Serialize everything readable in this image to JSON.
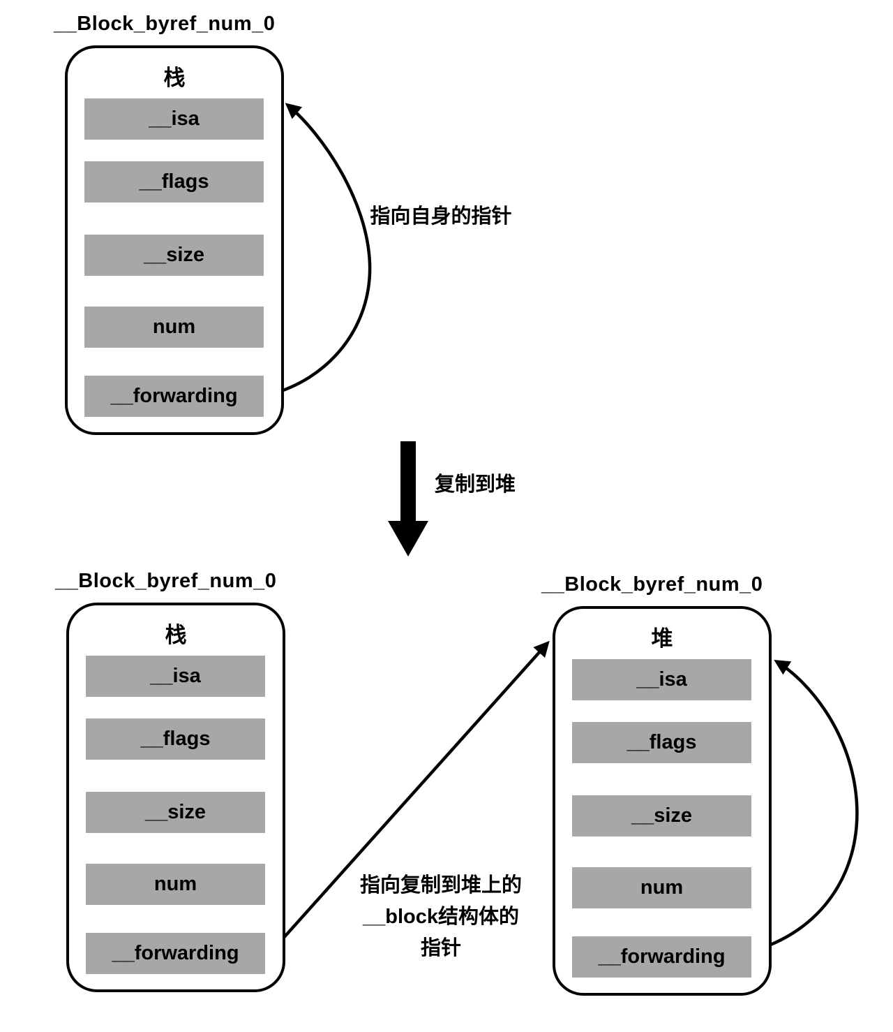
{
  "structs": {
    "stack_top": {
      "title": "__Block_byref_num_0",
      "region": "栈",
      "fields": [
        "__isa",
        "__flags",
        "__size",
        "num",
        "__forwarding"
      ]
    },
    "stack_bottom": {
      "title": "__Block_byref_num_0",
      "region": "栈",
      "fields": [
        "__isa",
        "__flags",
        "__size",
        "num",
        "__forwarding"
      ]
    },
    "heap": {
      "title": "__Block_byref_num_0",
      "region": "堆",
      "fields": [
        "__isa",
        "__flags",
        "__size",
        "num",
        "__forwarding"
      ]
    }
  },
  "labels": {
    "self_pointer": "指向自身的指针",
    "copy_to_heap": "复制到堆",
    "heap_pointer": "指向复制到堆上的\n__block结构体的\n指针"
  },
  "colors": {
    "field_bg": "#a7a7a7",
    "line": "#000000",
    "background": "#ffffff"
  }
}
